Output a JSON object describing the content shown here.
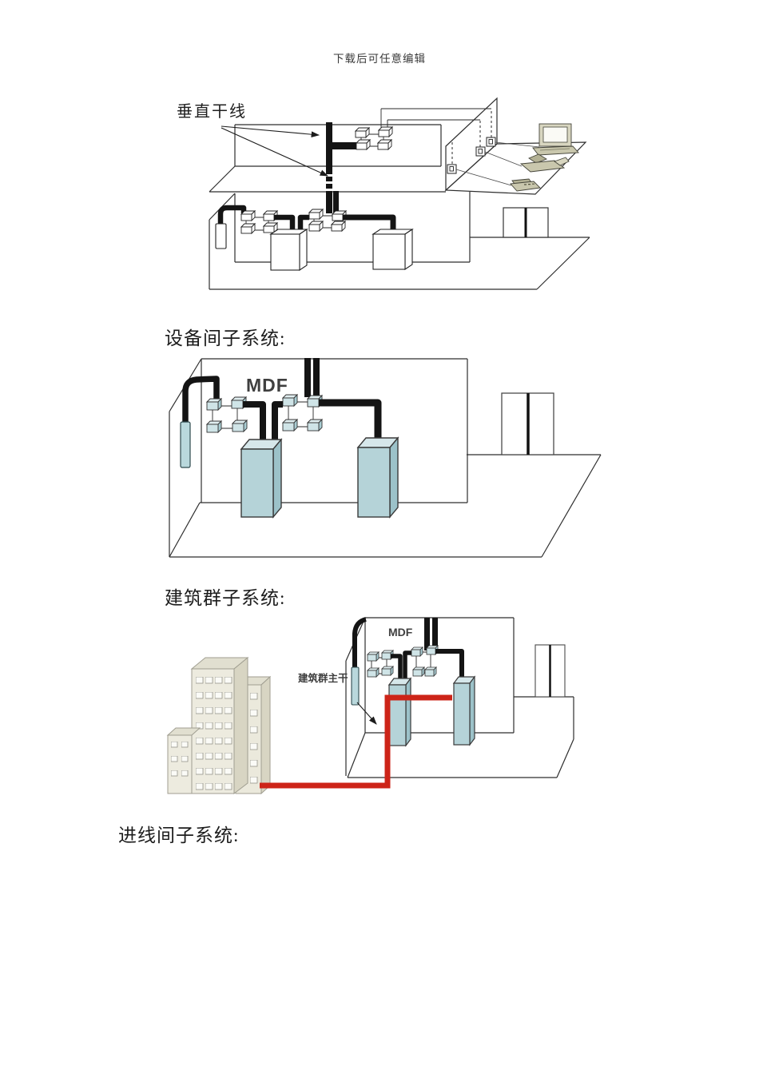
{
  "page": {
    "header": "下载后可任意编辑"
  },
  "sections": {
    "equipment_room_label": "设备间子系统:",
    "campus_label": "建筑群子系统:",
    "entrance_label": "进线间子系统:"
  },
  "diagram1": {
    "title": "垂直干线"
  },
  "diagram2": {
    "mdf": "MDF"
  },
  "diagram3": {
    "mdf": "MDF",
    "backbone": "建筑群主干"
  },
  "icons": {
    "computer": "desktop-computer-icon",
    "fax": "fax-machine-icon",
    "phone": "telephone-icon",
    "elevator": "elevator-shaft",
    "buildings": "office-buildings"
  },
  "colors": {
    "cabinet_cyan": "#b5d3d8",
    "small_box_cyan": "#cfe4e7",
    "cable_black": "#141414",
    "campus_cable_red": "#cd2418",
    "building_beige": "#ebe9dc",
    "device_olive": "#c9c7ad"
  }
}
